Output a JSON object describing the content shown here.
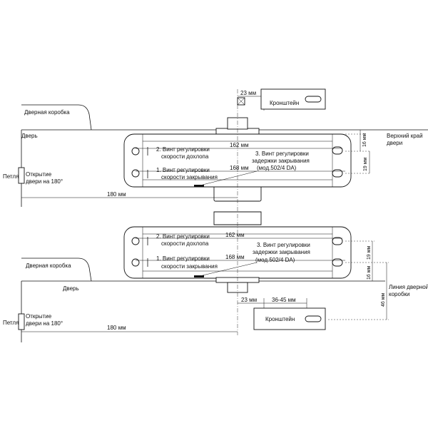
{
  "top": {
    "label_door_frame": "Дверная коробка",
    "label_door": "Дверь",
    "label_hinge": "Петля",
    "label_open_line1": "Открытие",
    "label_open_line2": "двери на 180°",
    "label_top_edge_line1": "Верхний край",
    "label_top_edge_line2": "двери",
    "dim_23": "23 мм",
    "label_bracket": "Кронштейн",
    "dim_162": "162 мм",
    "dim_168": "168 мм",
    "dim_180": "180 мм",
    "dim_16": "16 мм",
    "dim_19": "19 мм",
    "screw2_line1": "2. Винт регулировки",
    "screw2_line2": "скорости дохлопа",
    "screw1_line1": "1. Винт регулировки",
    "screw1_line2": "скорости закрывания",
    "screw3_line1": "3. Винт регулировки",
    "screw3_line2": "задержки закрывания",
    "screw3_line3": "(мод.502/4 DA)"
  },
  "bottom": {
    "label_door_frame": "Дверная коробка",
    "label_door": "Дверь",
    "label_hinge": "Петля",
    "label_open_line1": "Открытие",
    "label_open_line2": "двери на 180°",
    "label_frame_line1": "Линия дверной",
    "label_frame_line2": "коробки",
    "dim_23": "23 мм",
    "dim_36_45": "36-45 мм",
    "label_bracket": "Кронштейн",
    "dim_162": "162 мм",
    "dim_168": "168 мм",
    "dim_180": "180 мм",
    "dim_16": "16 мм",
    "dim_19": "19 мм",
    "dim_46": "46 мм",
    "screw2_line1": "2. Винт регулировки",
    "screw2_line2": "скорости дохлопа",
    "screw1_line1": "1. Винт регулировки",
    "screw1_line2": "скорости закрывания",
    "screw3_line1": "3. Винт регулировки",
    "screw3_line2": "задержки закрывания",
    "screw3_line3": "(мод.502/4 DA)"
  }
}
